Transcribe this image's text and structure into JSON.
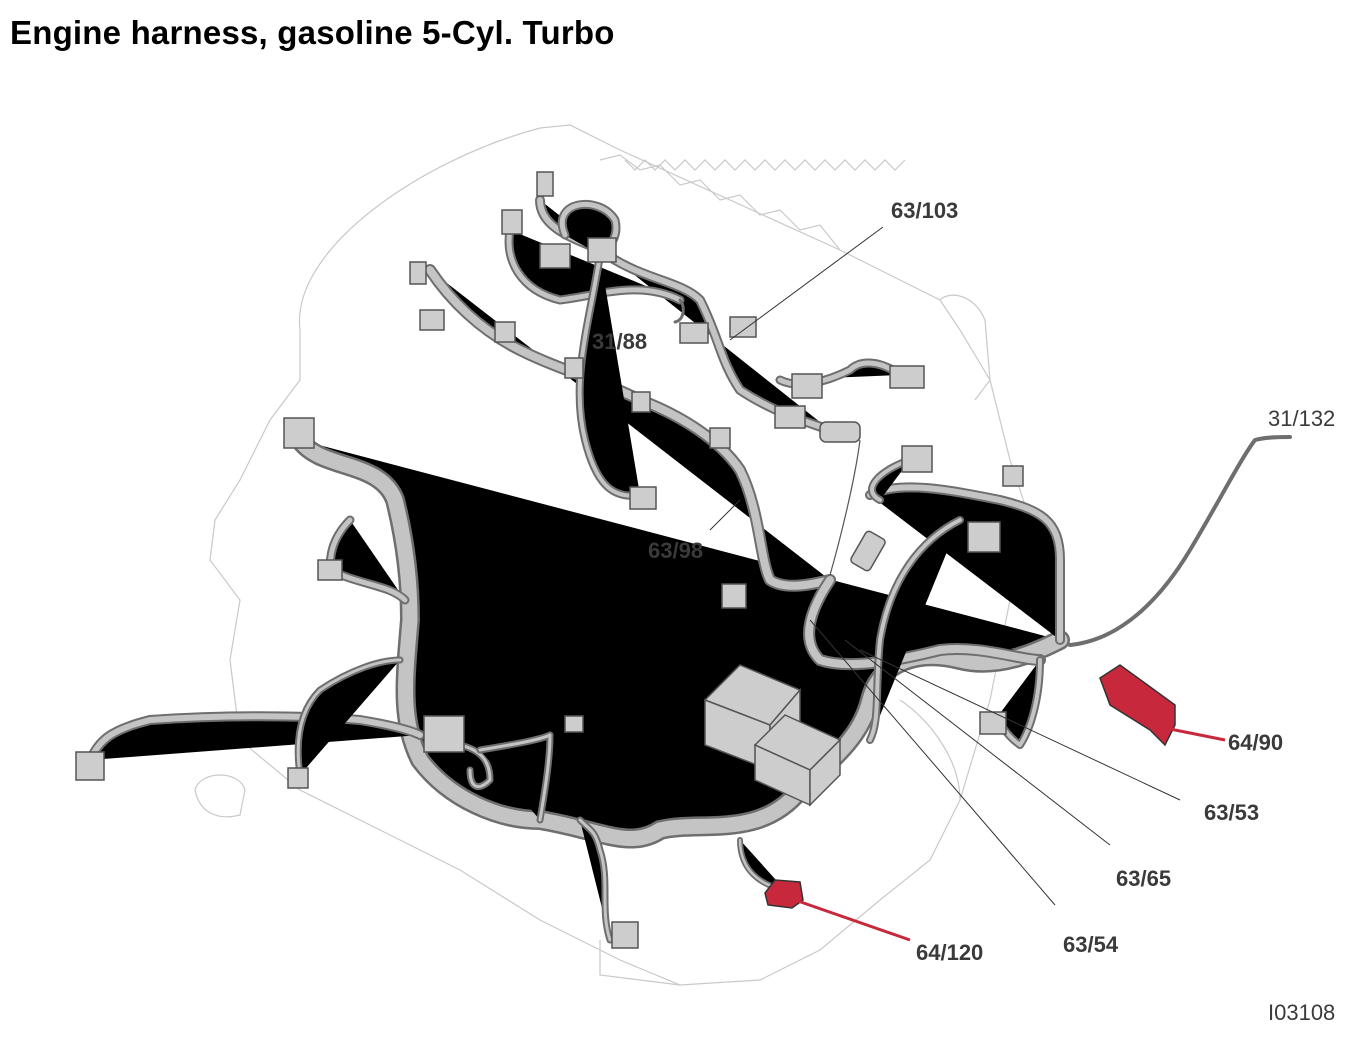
{
  "title": "Engine harness, gasoline 5-Cyl. Turbo",
  "figure_id": "I03108",
  "labels": {
    "l_63_103": "63/103",
    "l_31_88": "31/88",
    "l_31_132": "31/132",
    "l_63_98": "63/98",
    "l_64_90": "64/90",
    "l_63_53": "63/53",
    "l_63_65": "63/65",
    "l_63_54": "63/54",
    "l_64_120": "64/120"
  },
  "colors": {
    "highlight": "#c8283c",
    "harness": "#c4c4c4",
    "outline": "#c9c9c9"
  }
}
